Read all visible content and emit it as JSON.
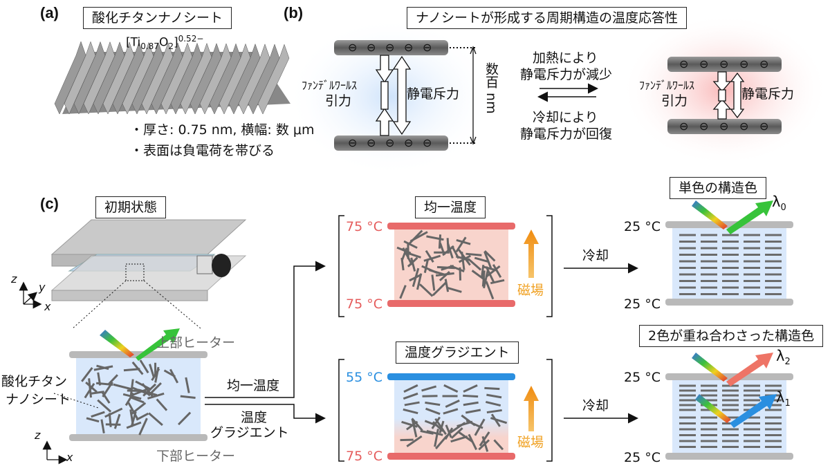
{
  "panel_labels": {
    "a": "(a)",
    "b": "(b)",
    "c": "(c)"
  },
  "panel_a": {
    "title": "酸化チタンナノシート",
    "formula": "[Ti0.87O2]0.52−",
    "bullet1": "・厚さ: 0.75 nm, 横幅: 数 μm",
    "bullet2": "・表面は負電荷を帯びる"
  },
  "panel_b": {
    "title": "ナノシートが形成する周期構造の温度応答性",
    "vdw_label": "ﾌｧﾝﾃﾞﾙﾜｰﾙｽ",
    "attraction": "引力",
    "repulsion": "静電斥力",
    "distance": "数百 nm",
    "heat_line1": "加熱により",
    "heat_line2": "静電斥力が減少",
    "cool_line1": "冷却により",
    "cool_line2": "静電斥力が回復",
    "charge_symbol": "⊖"
  },
  "panel_c": {
    "initial_title": "初期状態",
    "upper_heater": "上部ヒーター",
    "lower_heater": "下部ヒーター",
    "nanosheet_line1": "酸化チタン",
    "nanosheet_line2": "ナノシート",
    "uniform_arrow": "均一温度",
    "gradient_arrow_line1": "温度",
    "gradient_arrow_line2": "グラジエント",
    "uniform_title": "均一温度",
    "gradient_title": "温度グラジエント",
    "temp_75_top": "75 °C",
    "temp_75_bottom": "75 °C",
    "temp_55": "55 °C",
    "temp_75_grad": "75 °C",
    "magnetic_field": "磁場",
    "cooling": "冷却",
    "single_color_title": "単色の構造色",
    "two_color_title": "2色が重ね合わさった構造色",
    "temp_25_a": "25 °C",
    "temp_25_b": "25 °C",
    "temp_25_c": "25 °C",
    "temp_25_d": "25 °C",
    "lambda0": "λ0",
    "lambda1": "λ1",
    "lambda2": "λ2",
    "axis_z": "z",
    "axis_y": "y",
    "axis_x": "x"
  },
  "colors": {
    "hot": "#e86a6a",
    "cold": "#2a8fe0",
    "field": "#f0a020",
    "sheet": "#6b6b6b",
    "heater": "#b9b9b9"
  }
}
